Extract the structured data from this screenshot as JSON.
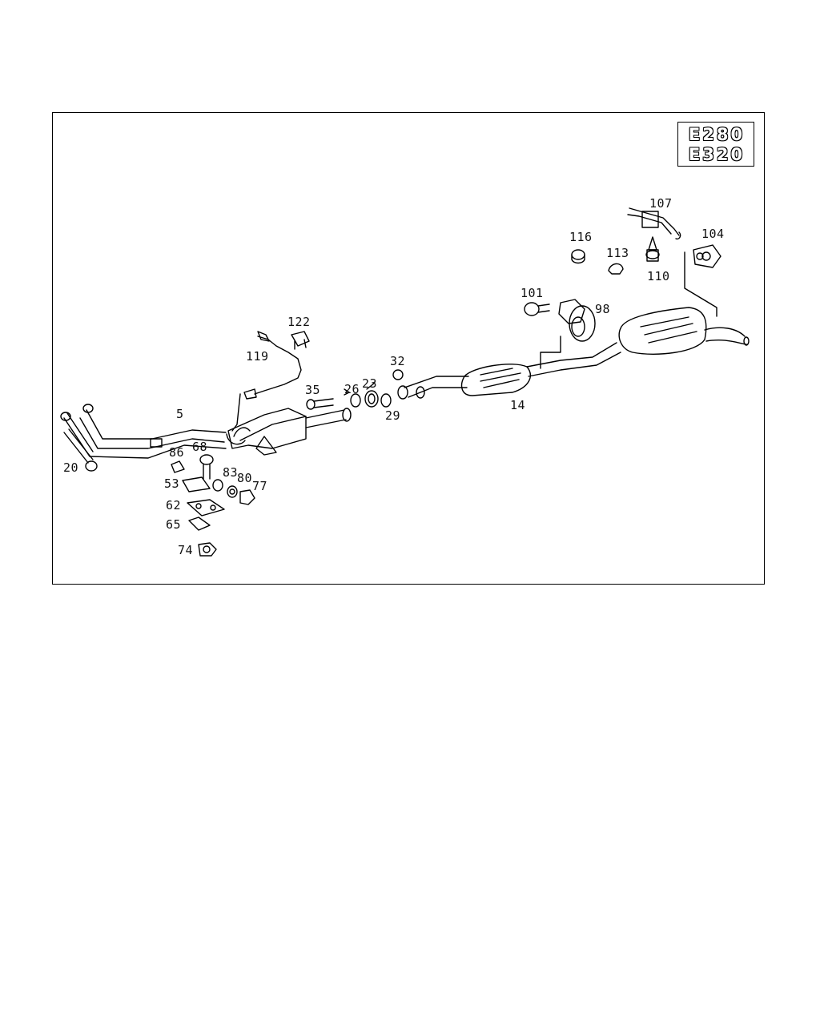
{
  "badge": {
    "models": [
      "E280",
      "E320"
    ]
  },
  "labels": {
    "p5": "5",
    "p14": "14",
    "p20": "20",
    "p23": "23",
    "p26": "26",
    "p29": "29",
    "p32": "32",
    "p35": "35",
    "p53": "53",
    "p62": "62",
    "p65": "65",
    "p68": "68",
    "p74": "74",
    "p77": "77",
    "p80": "80",
    "p83": "83",
    "p86": "86",
    "p98": "98",
    "p101": "101",
    "p104": "104",
    "p107": "107",
    "p110": "110",
    "p113": "113",
    "p116": "116",
    "p119": "119",
    "p122": "122"
  }
}
